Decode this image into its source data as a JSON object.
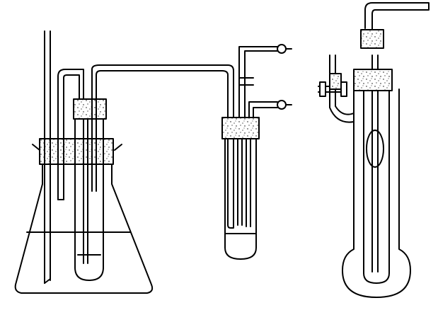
{
  "figure": {
    "background": "#ffffff",
    "ink": "#000000",
    "cork_fill": "#ffffff",
    "liquid_line": "#000000",
    "components": [
      {
        "name": "conical-flask",
        "type": "erlenmeyer"
      },
      {
        "name": "inner-test-tube",
        "type": "test-tube"
      },
      {
        "name": "collection-test-tube",
        "type": "test-tube"
      },
      {
        "name": "round-bottom-apparatus",
        "type": "bulb-tube"
      }
    ]
  }
}
